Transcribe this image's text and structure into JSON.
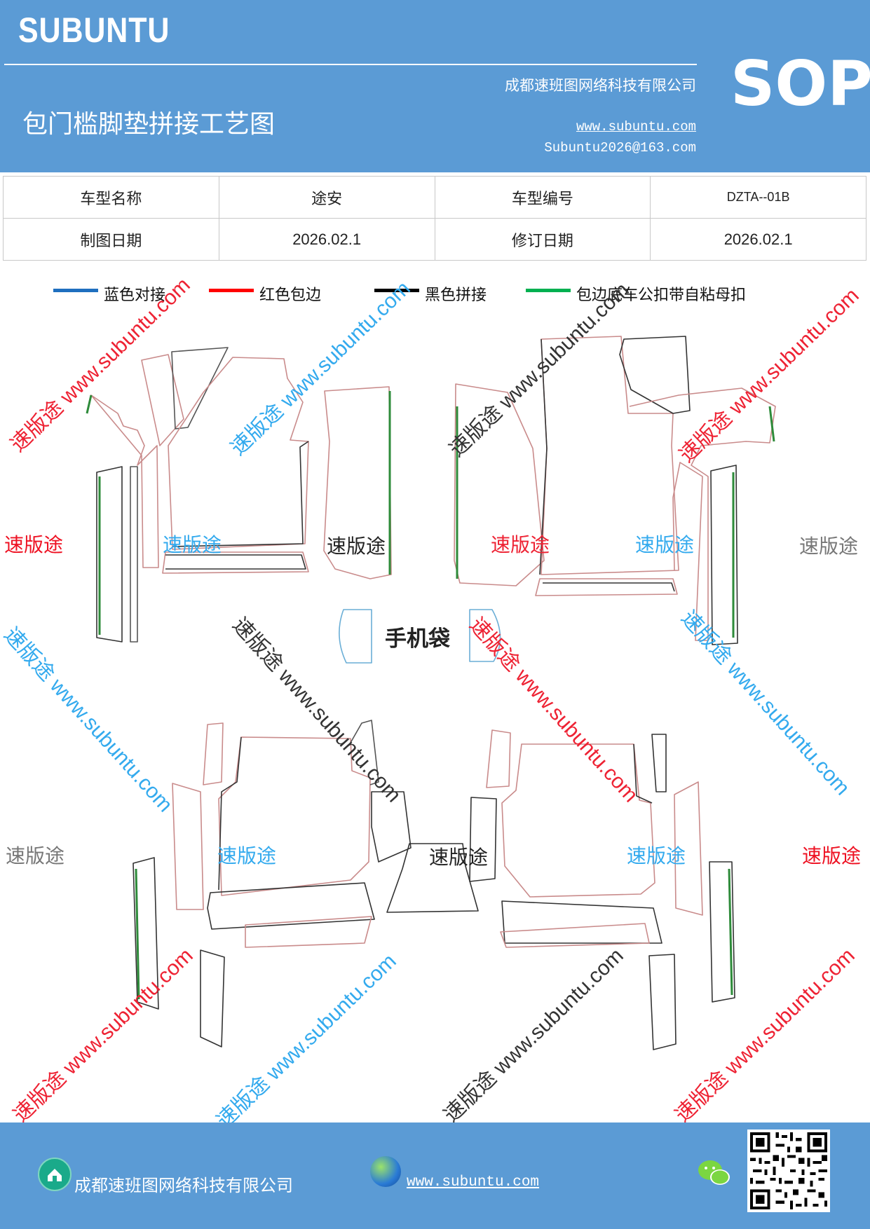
{
  "header": {
    "brand": "SUBUNTU",
    "company": "成都速班图网络科技有限公司",
    "title": "包门槛脚垫拼接工艺图",
    "website": "www.subuntu.com",
    "email": "Subuntu2026@163.com",
    "badge": "SOP"
  },
  "info_table": {
    "rows": [
      {
        "label1": "车型名称",
        "value1": "途安",
        "label2": "车型编号",
        "value2": "DZTA--01B"
      },
      {
        "label1": "制图日期",
        "value1": "2026.02.1",
        "label2": "修订日期",
        "value2": "2026.02.1"
      }
    ]
  },
  "legend": [
    {
      "label": "蓝色对接",
      "color": "#1f6fbf"
    },
    {
      "label": "红色包边",
      "color": "#ff0000"
    },
    {
      "label": "黑色拼接",
      "color": "#000000"
    },
    {
      "label": "包边底车公扣带自粘母扣",
      "color": "#00b050"
    }
  ],
  "watermark": {
    "brand_text": "速版途",
    "diagonal_text": "速版途 www.subuntu.com"
  },
  "drawing": {
    "pouch_label": "手机袋"
  },
  "footer": {
    "company": "成都速班图网络科技有限公司",
    "website": "www.subuntu.com",
    "icons": [
      "home-icon",
      "globe-icon",
      "wechat-icon",
      "qr-code"
    ]
  },
  "colors": {
    "header_bg": "#5b9bd5",
    "outline_red": "#c98b8b",
    "outline_black": "#333333",
    "outline_green": "#2e8b3a",
    "watermark_red": "#ee2233",
    "watermark_blue": "#33aaee",
    "watermark_gray": "#777777"
  }
}
